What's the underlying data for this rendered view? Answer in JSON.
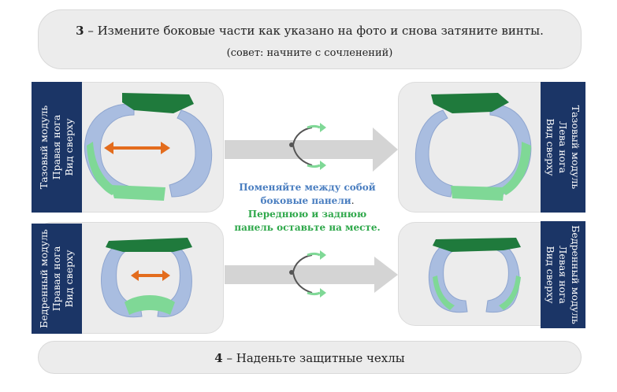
{
  "step3": {
    "number": "3",
    "text": " – Измените боковые части как указано на фото и снова затяните винты.",
    "hint": "(совет: начните с сочленений)"
  },
  "step4": {
    "number": "4",
    "text": " – Наденьте защитные чехлы"
  },
  "labels": {
    "pelvis_right": [
      "Тазовый модуль",
      "Правая нога",
      "Вид сверху"
    ],
    "pelvis_left": [
      "Тазовый модуль",
      "Лева нога",
      "Вид сверху"
    ],
    "thigh_right": [
      "Бедренный модуль",
      "Правая нога",
      "Вид сверху"
    ],
    "thigh_left": [
      "Бедренный модуль",
      "Левая нога",
      "Вид сверху"
    ]
  },
  "center": {
    "line1": "Поменяйте между собой",
    "line2": "боковые панели",
    "line2_dot": ".",
    "line3": "Переднюю и заднюю",
    "line4": "панель оставьте на месте."
  },
  "colors": {
    "navy": "#1b3566",
    "orange": "#e36c1d",
    "module_blue": "#a9bde0",
    "panel_green": "#7fd896",
    "dark_green": "#1f7a3c",
    "arrow_gray": "#d4d4d4"
  }
}
